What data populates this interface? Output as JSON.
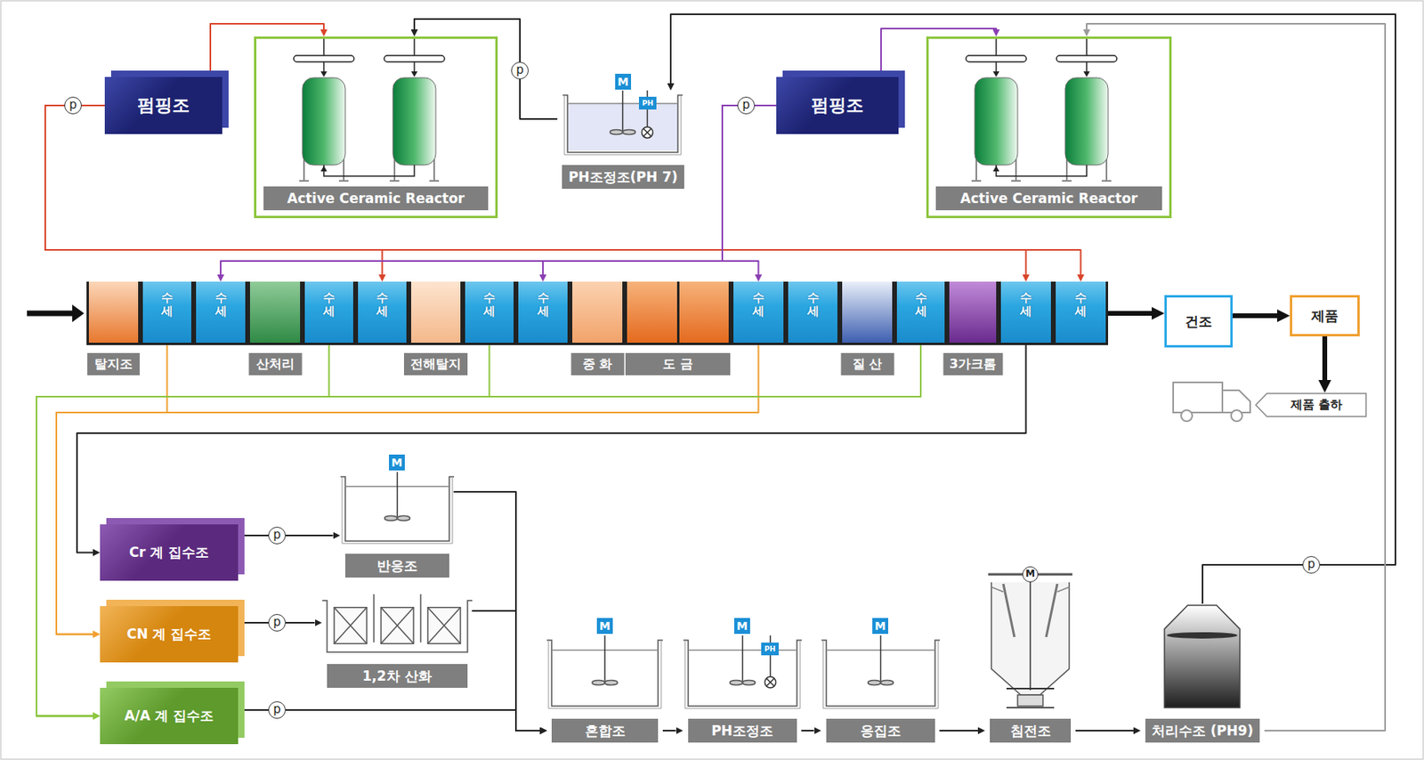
{
  "diagram": {
    "nodes": [
      {
        "text": [
          "펌핑조"
        ]
      },
      {
        "text": [
          "Active Ceramic Reactor"
        ]
      },
      {
        "text": [
          "PH조정조(PH 7)"
        ]
      },
      {
        "text": [
          "펌핑조"
        ]
      },
      {
        "text": [
          "Active Ceramic Reactor"
        ]
      },
      {
        "text": [
          "탈지조"
        ]
      },
      {
        "text": [
          "수세"
        ]
      },
      {
        "text": [
          "수세"
        ]
      },
      {
        "text": [
          "산처리"
        ]
      },
      {
        "text": [
          "수세"
        ]
      },
      {
        "text": [
          "수세"
        ]
      },
      {
        "text": [
          "전해탈지"
        ]
      },
      {
        "text": [
          "수세"
        ]
      },
      {
        "text": [
          "수세"
        ]
      },
      {
        "text": [
          "중 화"
        ]
      },
      {
        "text": [
          "도 금"
        ]
      },
      {
        "text": [
          "수세"
        ]
      },
      {
        "text": [
          "수세"
        ]
      },
      {
        "text": [
          "질 산"
        ]
      },
      {
        "text": [
          "수세"
        ]
      },
      {
        "text": [
          "3가크롬"
        ]
      },
      {
        "text": [
          "수세"
        ]
      },
      {
        "text": [
          "수세"
        ]
      },
      {
        "text": [
          "건조"
        ]
      },
      {
        "text": [
          "제품"
        ]
      },
      {
        "text": [
          "제품 출하"
        ]
      },
      {
        "text": [
          "Cr 계 집수조"
        ]
      },
      {
        "text": [
          "반응조"
        ]
      },
      {
        "text": [
          "CN 계 집수조"
        ]
      },
      {
        "text": [
          "1,2차 산화"
        ]
      },
      {
        "text": [
          "A/A 계 집수조"
        ]
      },
      {
        "text": [
          "혼합조"
        ]
      },
      {
        "text": [
          "PH조정조"
        ]
      },
      {
        "text": [
          "응집조"
        ]
      },
      {
        "text": [
          "침전조"
        ]
      },
      {
        "text": [
          "처리수조 (PH9)"
        ]
      }
    ],
    "edges": [
      {
        "from": 0,
        "to": 1,
        "arrow": "to"
      },
      {
        "from": 0,
        "to": 10,
        "arrow": "to"
      },
      {
        "from": 0,
        "to": 21,
        "arrow": "to"
      },
      {
        "from": 0,
        "to": 22,
        "arrow": "to"
      },
      {
        "from": 2,
        "to": 1,
        "arrow": "to"
      },
      {
        "from": 3,
        "to": 4,
        "arrow": "to"
      },
      {
        "from": 3,
        "to": 7,
        "arrow": "to"
      },
      {
        "from": 3,
        "to": 13,
        "arrow": "to"
      },
      {
        "from": 3,
        "to": 16,
        "arrow": "to"
      },
      {
        "from": 6,
        "to": 28,
        "arrow": "to"
      },
      {
        "from": 16,
        "to": 28,
        "arrow": "to"
      },
      {
        "from": 9,
        "to": 30,
        "arrow": "to"
      },
      {
        "from": 12,
        "to": 30,
        "arrow": "to"
      },
      {
        "from": 19,
        "to": 30,
        "arrow": "to"
      },
      {
        "from": 21,
        "to": 26,
        "arrow": "to"
      },
      {
        "from": 26,
        "to": 27,
        "arrow": "to"
      },
      {
        "from": 28,
        "to": 29,
        "arrow": "to"
      },
      {
        "from": 27,
        "to": 31,
        "arrow": "to"
      },
      {
        "from": 29,
        "to": 31,
        "arrow": "to"
      },
      {
        "from": 30,
        "to": 31,
        "arrow": "to"
      },
      {
        "from": 31,
        "to": 32,
        "arrow": "to"
      },
      {
        "from": 32,
        "to": 33,
        "arrow": "to"
      },
      {
        "from": 33,
        "to": 34,
        "arrow": "to"
      },
      {
        "from": 34,
        "to": 35,
        "arrow": "to"
      },
      {
        "from": 35,
        "to": 2,
        "arrow": "to"
      },
      {
        "from": 35,
        "to": 4,
        "arrow": "to"
      },
      {
        "from": 22,
        "to": 23,
        "arrow": "to"
      },
      {
        "from": 23,
        "to": 24,
        "arrow": "to"
      },
      {
        "from": 24,
        "to": 25,
        "arrow": "to"
      }
    ],
    "labels": [
      "p",
      "p",
      "M",
      "PH",
      "p",
      "p",
      "M",
      "p",
      "p",
      "M",
      "M",
      "PH",
      "M",
      "M",
      "p"
    ]
  }
}
